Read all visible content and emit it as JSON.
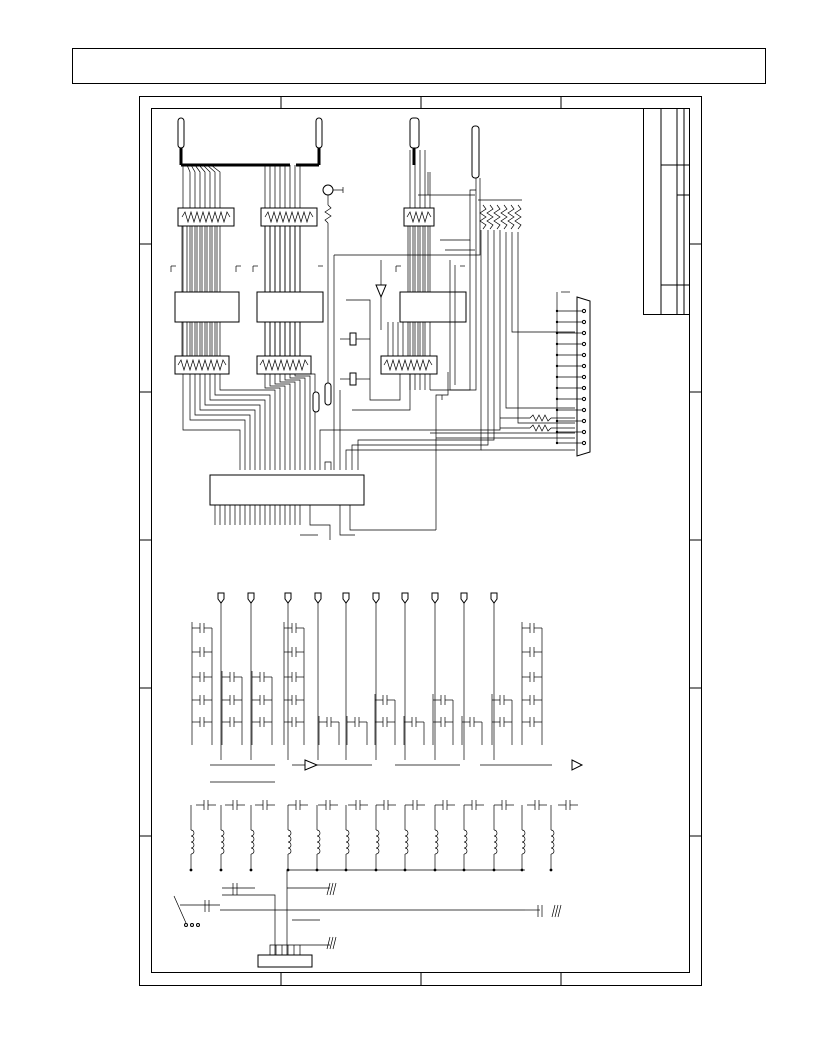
{
  "page": {
    "header_title": "",
    "background": "#ffffff",
    "ink_color": "#000000"
  },
  "schematic": {
    "top_section": {
      "bus_connectors": 4,
      "resistor_networks": 7,
      "ics": 3,
      "d25_connector_pins": 13
    },
    "bottom_section": {
      "supply_rails": 10,
      "inductors": 13
    }
  }
}
